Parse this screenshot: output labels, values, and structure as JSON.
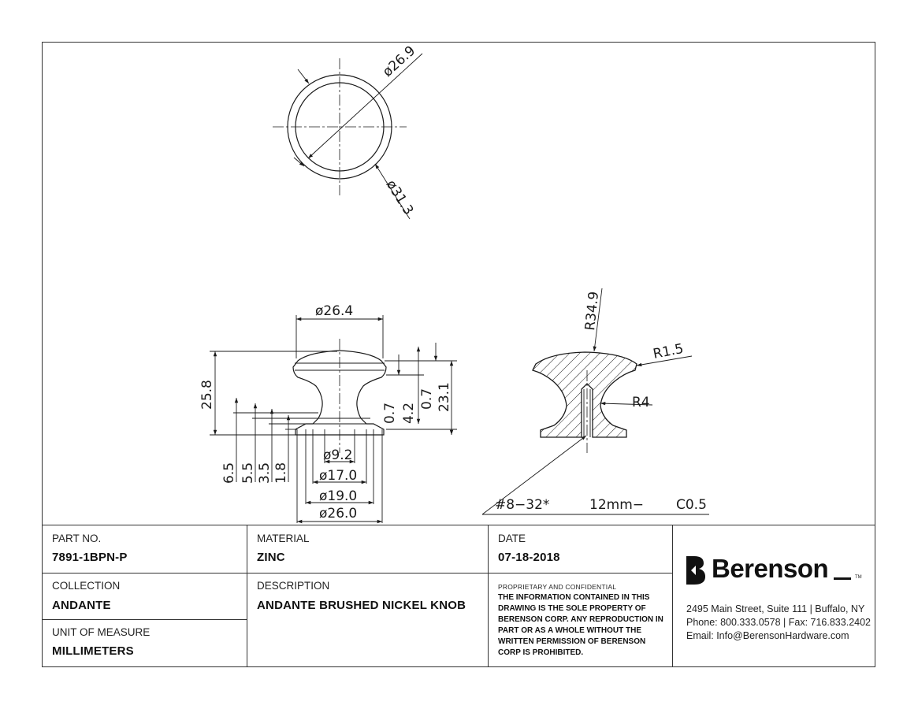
{
  "drawing": {
    "top_view": {
      "inner_dia": "ø26.9",
      "outer_dia": "ø31.3"
    },
    "side_view": {
      "width_top": "ø26.4",
      "height_total": "25.8",
      "dims_right": [
        "0.7",
        "4.2",
        "0.7",
        "23.1"
      ],
      "dims_left": [
        "6.5",
        "5.5",
        "3.5",
        "1.8"
      ],
      "dims_bottom": [
        "ø9.2",
        "ø17.0",
        "ø19.0",
        "ø26.0"
      ]
    },
    "section_view": {
      "r_top": "R34.9",
      "r_edge": "R1.5",
      "r_neck": "R4",
      "thread": "#8−32*",
      "depth": "12mm−",
      "chamfer": "C0.5"
    }
  },
  "title_block": {
    "part_no_label": "PART NO.",
    "part_no": "7891-1BPN-P",
    "material_label": "MATERIAL",
    "material": "ZINC",
    "date_label": "DATE",
    "date": "07-18-2018",
    "collection_label": "COLLECTION",
    "collection": "ANDANTE",
    "description_label": "DESCRIPTION",
    "description": "ANDANTE BRUSHED NICKEL KNOB",
    "uom_label": "UNIT OF MEASURE",
    "uom": "MILLIMETERS",
    "proprietary_heading": "PROPRIETARY AND CONFIDENTIAL",
    "proprietary_text": "THE INFORMATION CONTAINED IN THIS DRAWING IS THE SOLE PROPERTY OF BERENSON CORP. ANY REPRODUCTION IN PART OR AS A WHOLE WITHOUT THE WRITTEN PERMISSION OF BERENSON CORP IS PROHIBITED.",
    "company_name": "Berenson",
    "trademark": "TM",
    "address_line": "2495 Main Street, Suite 111 | Buffalo, NY",
    "phone_line": "Phone: 800.333.0578 | Fax: 716.833.2402",
    "email_line": "Email: Info@BerensonHardware.com"
  }
}
